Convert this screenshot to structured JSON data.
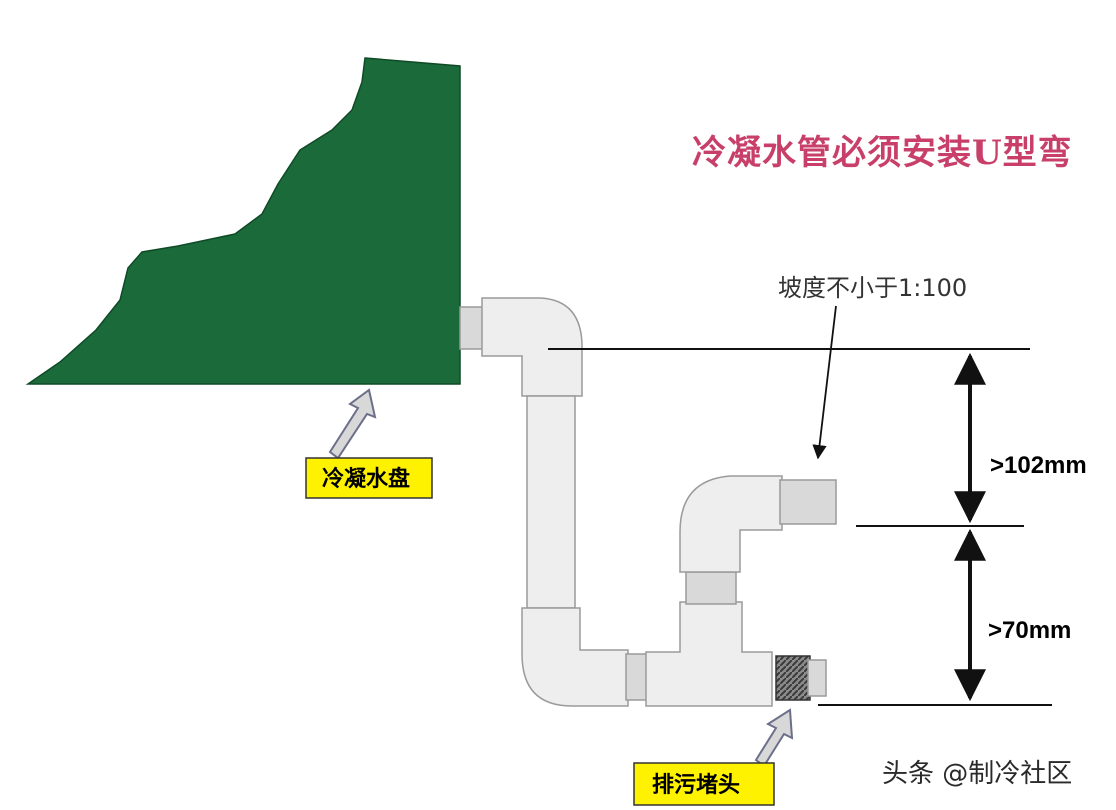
{
  "title": "冷凝水管必须安装U型弯",
  "labels": {
    "drain_pan": "冷凝水盘",
    "drain_plug": "排污堵头"
  },
  "slope_note": "坡度不小于1:100",
  "dimensions": {
    "upper": ">102mm",
    "lower": ">70mm"
  },
  "watermark": "头条 @制冷社区",
  "colors": {
    "pan": "#1b6b3a",
    "label_bg": "#fff200",
    "title": "#c8406a",
    "pipe": "#eeeeee"
  }
}
